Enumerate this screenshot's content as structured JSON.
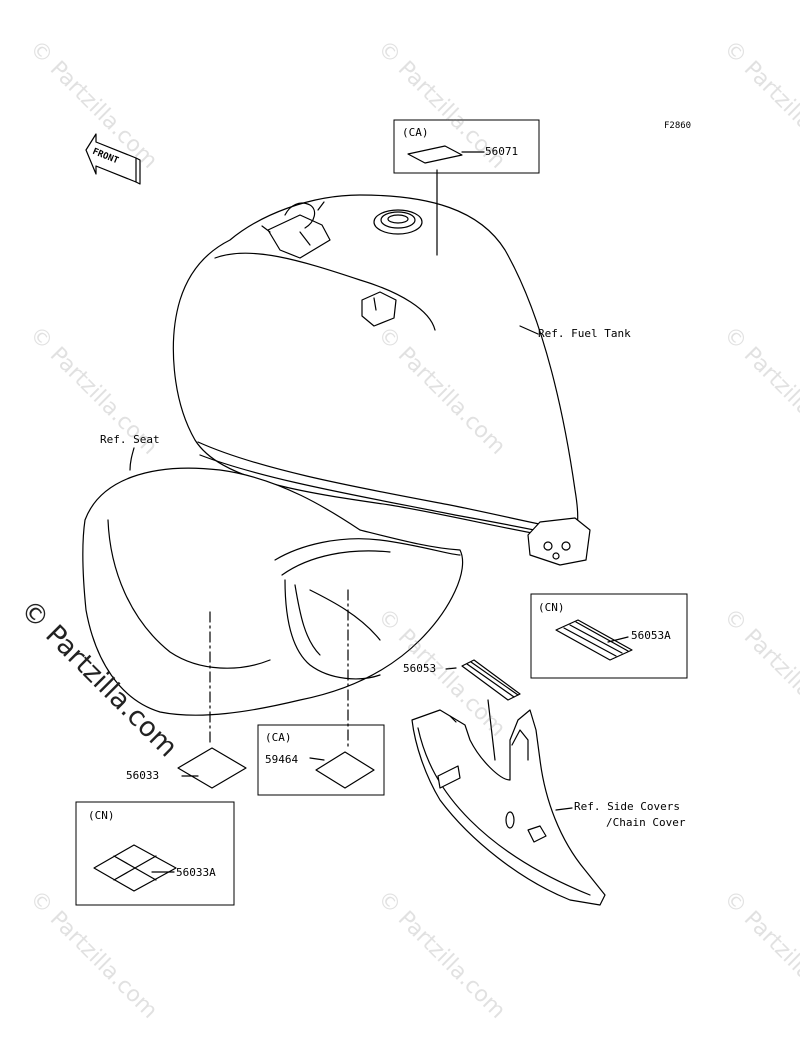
{
  "figure_code": "F2860",
  "front_label": "FRONT",
  "watermark": "© Partzilla.com",
  "refs": {
    "fuel_tank": "Ref. Fuel Tank",
    "seat": "Ref. Seat",
    "side_covers_line1": "Ref. Side Covers",
    "side_covers_line2": "/Chain Cover"
  },
  "callouts": {
    "box_ca_top": {
      "tag": "(CA)",
      "part": "56071"
    },
    "box_cn_right": {
      "tag": "(CN)",
      "part": "56053A"
    },
    "part_56053": "56053",
    "box_ca_mid": {
      "tag": "(CA)",
      "part": "59464"
    },
    "part_56033": "56033",
    "box_cn_left": {
      "tag": "(CN)",
      "part": "56033A"
    }
  }
}
